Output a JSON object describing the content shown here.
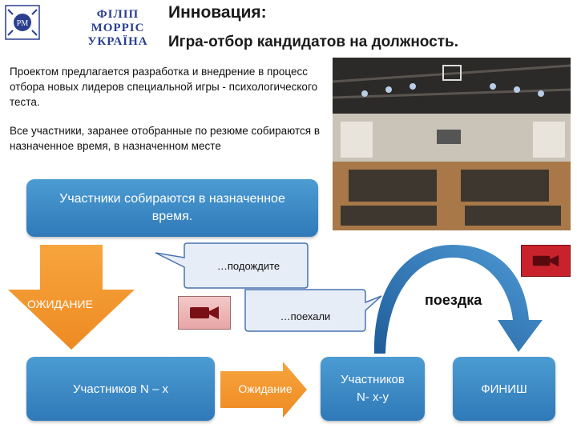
{
  "header": {
    "logo_text_line1": "ФІЛІП МОРРІС",
    "logo_text_line2": "УКРАЇНА",
    "title": "Инновация:",
    "subtitle": "Игра-отбор кандидатов на должность."
  },
  "paragraphs": {
    "p1": "Проектом предлагается разработка и внедрение в процесс отбора новых лидеров специальной игры - психологического теста.",
    "p2": "Все участники, заранее отобранные по резюме собираются в назначенное время, в назначенном месте"
  },
  "flow": {
    "gather": "Участники собираются в назначенное время.",
    "wait_callout": "…подождите",
    "waiting_label": "ОЖИДАНИЕ",
    "go_callout": "…поехали",
    "trip_label": "поездка",
    "participants_n": "Участников N – x",
    "waiting_arrow": "Ожидание",
    "participants_nxy_line1": "Участников",
    "participants_nxy_line2": "N- x-y",
    "finish": "ФИНИШ"
  },
  "colors": {
    "box_blue": "#3a87c4",
    "orange": "#f39a33",
    "callout_fill": "#e4ecf7",
    "curve_blue": "#2b6fb0"
  },
  "icons": {
    "camera_left": "video-camera-icon",
    "camera_right": "video-camera-icon"
  }
}
